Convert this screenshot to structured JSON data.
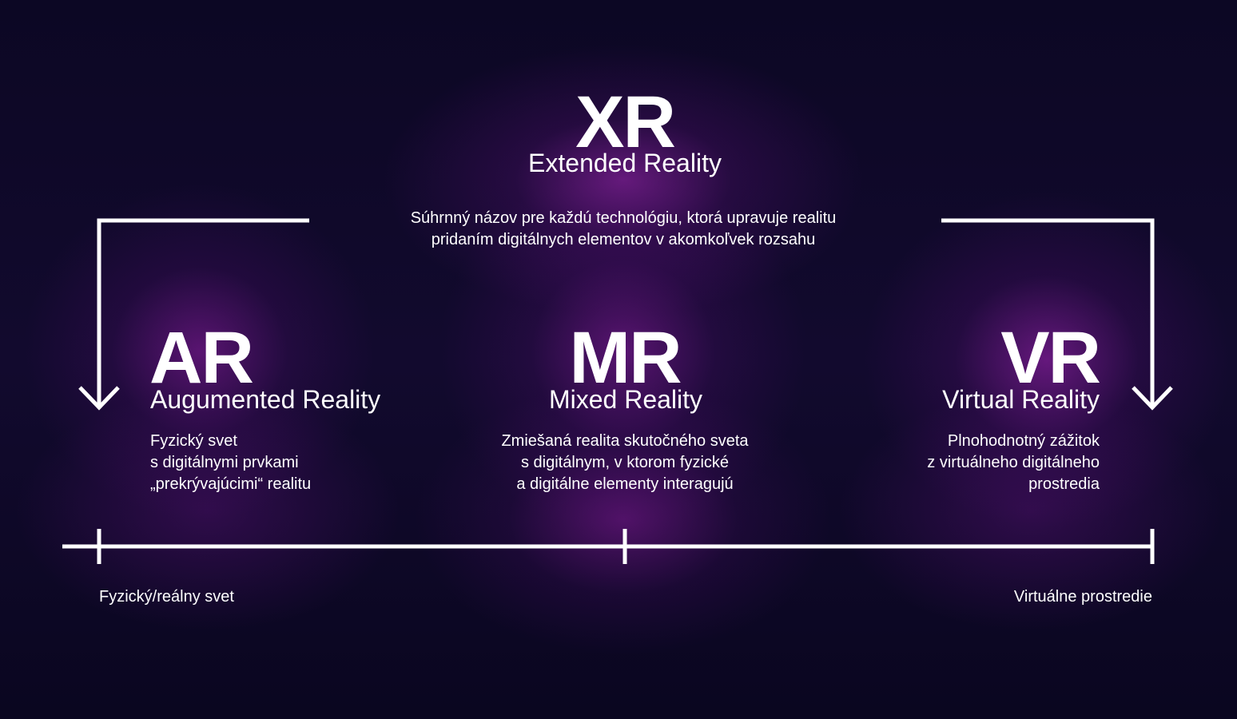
{
  "xr": {
    "abbr": "XR",
    "name": "Extended Reality",
    "desc": [
      "Súhrnný názov pre každú technológiu, ktorá upravuje realitu",
      "pridaním digitálnych elementov v akomkoľvek rozsahu"
    ]
  },
  "ar": {
    "abbr": "AR",
    "name": "Augumented Reality",
    "desc": [
      "Fyzický svet",
      "s digitálnymi prvkami",
      "„prekrývajúcimi“ realitu"
    ]
  },
  "mr": {
    "abbr": "MR",
    "name": "Mixed Reality",
    "desc": [
      "Zmiešaná realita skutočného sveta",
      "s digitálnym, v ktorom fyzické",
      "a digitálne elementy interagujú"
    ]
  },
  "vr": {
    "abbr": "VR",
    "name": "Virtual Reality",
    "desc": [
      "Plnohodnotný zážitok",
      "z virtuálneho digitálneho",
      "prostredia"
    ]
  },
  "axis": {
    "left_label": "Fyzický/reálny svet",
    "right_label": "Virtuálne prostredie"
  },
  "colors": {
    "background": "#0b0620",
    "glow": "#a028be",
    "text": "#ffffff",
    "lines": "#ffffff"
  }
}
